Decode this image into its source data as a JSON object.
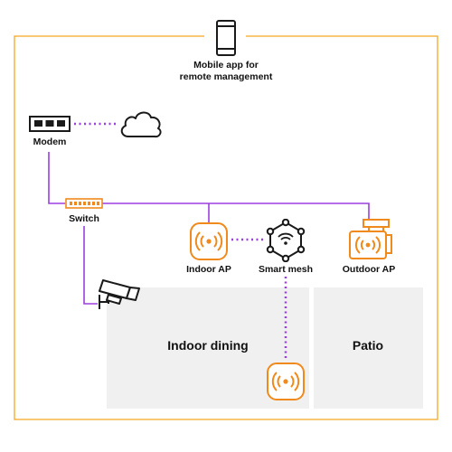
{
  "colors": {
    "frame": "#f5a623",
    "link": "#9b3fe0",
    "device_orange": "#f08a1c",
    "icon_dark": "#1a1a1a",
    "zone_fill": "#f0f0f0"
  },
  "nodes": {
    "mobile": {
      "label": "Mobile app for\nremote management",
      "icon": "mobile-phone-icon"
    },
    "modem": {
      "label": "Modem",
      "icon": "modem-icon"
    },
    "cloud": {
      "label": "",
      "icon": "cloud-icon"
    },
    "switch": {
      "label": "Switch",
      "icon": "switch-icon"
    },
    "camera": {
      "label": "",
      "icon": "security-camera-icon"
    },
    "indoor_ap": {
      "label": "Indoor AP",
      "icon": "wifi-access-point-icon"
    },
    "smart_mesh": {
      "label": "Smart mesh",
      "icon": "mesh-network-icon"
    },
    "outdoor_ap": {
      "label": "Outdoor AP",
      "icon": "outdoor-access-point-icon"
    },
    "dining_ap": {
      "label": "",
      "icon": "wifi-access-point-icon"
    }
  },
  "zones": {
    "indoor_dining": {
      "label": "Indoor dining"
    },
    "patio": {
      "label": "Patio"
    }
  }
}
